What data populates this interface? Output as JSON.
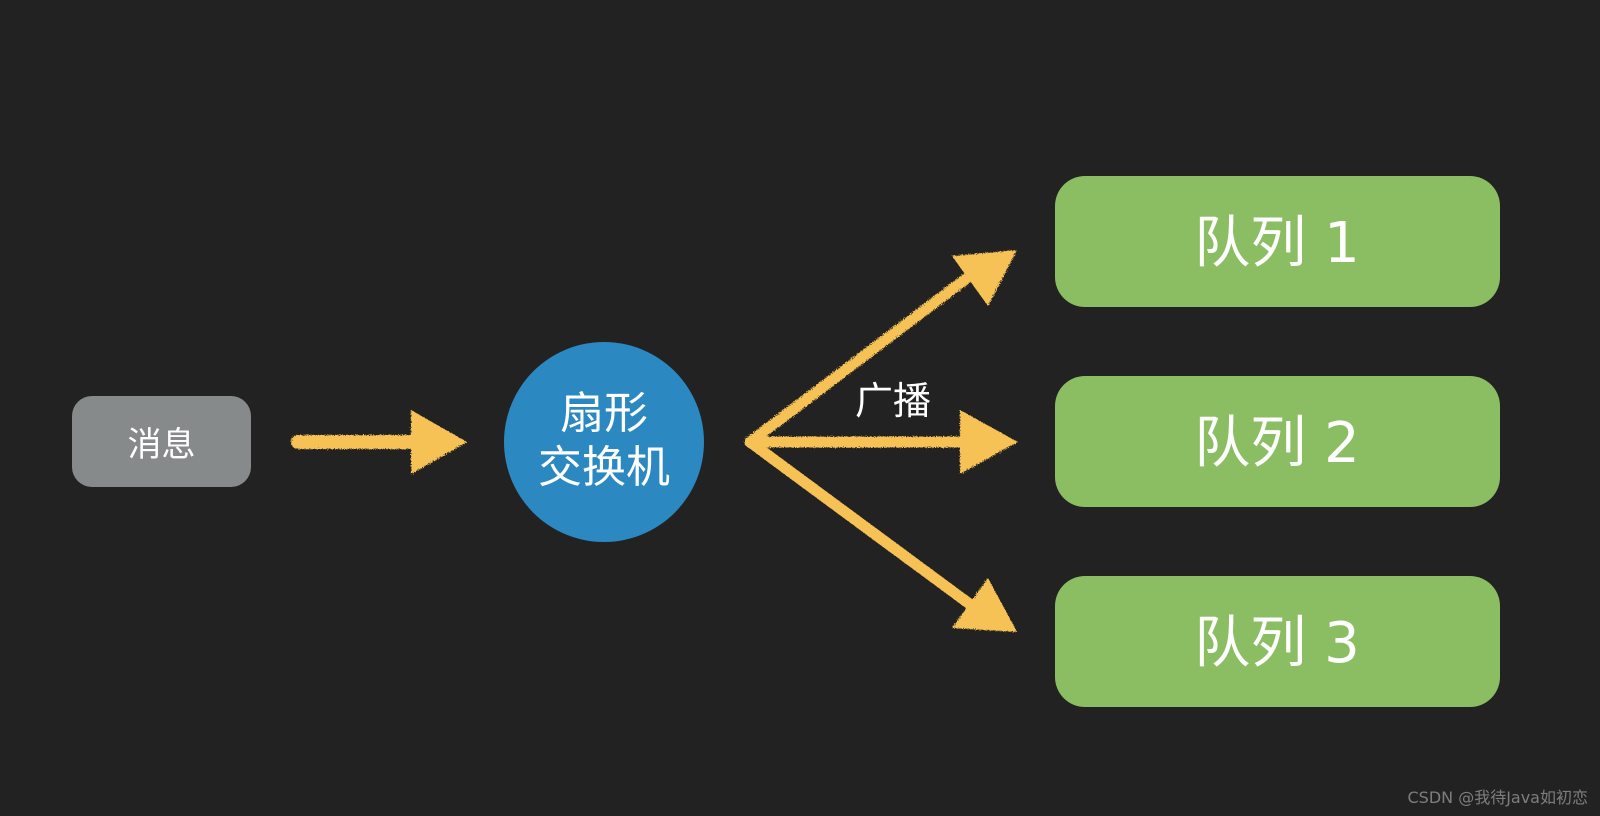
{
  "colors": {
    "background": "#222222",
    "message_node": "#868a8b",
    "exchange_node": "#2b88c0",
    "queue_node": "#8bbd62",
    "arrow": "#f6c255",
    "text": "#ffffff"
  },
  "message": {
    "label": "消息"
  },
  "exchange": {
    "line1": "扇形",
    "line2": "交换机"
  },
  "broadcast_label": "广播",
  "queues": [
    {
      "label": "队列 1"
    },
    {
      "label": "队列 2"
    },
    {
      "label": "队列 3"
    }
  ],
  "watermark": "CSDN @我待Java如初恋"
}
